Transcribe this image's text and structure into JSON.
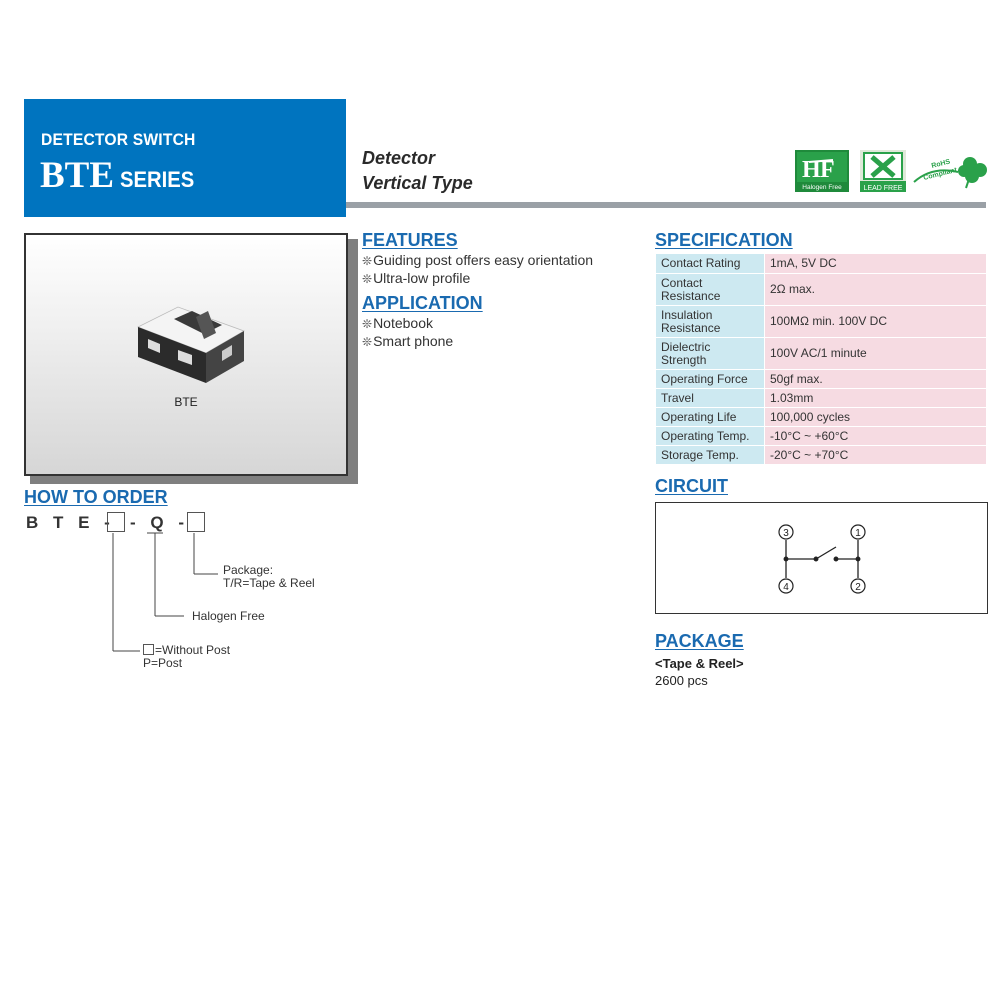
{
  "header": {
    "category": "DETECTOR SWITCH",
    "model": "BTE",
    "series_word": "SERIES",
    "type_line1": "Detector",
    "type_line2": "Vertical Type"
  },
  "badges": {
    "halogen_free_label": "Halogen Free",
    "lead_free_label": "LEAD FREE",
    "rohs_label_top": "RoHS",
    "rohs_label_bottom": "Compliant",
    "colors": {
      "green": "#1f8a3b",
      "accent": "#2aa14a"
    }
  },
  "product": {
    "caption": "BTE"
  },
  "features": {
    "title": "FEATURES",
    "items": [
      "Guiding post offers easy orientation",
      "Ultra-low profile"
    ]
  },
  "application": {
    "title": "APPLICATION",
    "items": [
      "Notebook",
      "Smart phone"
    ]
  },
  "specification": {
    "title": "SPECIFICATION",
    "rows": [
      {
        "key": "Contact Rating",
        "value": "1mA, 5V DC"
      },
      {
        "key": "Contact Resistance",
        "value": "2Ω max."
      },
      {
        "key": "Insulation Resistance",
        "value": "100MΩ min. 100V DC"
      },
      {
        "key": "Dielectric Strength",
        "value": "100V AC/1 minute"
      },
      {
        "key": "Operating Force",
        "value": "50gf max."
      },
      {
        "key": "Travel",
        "value": "1.03mm"
      },
      {
        "key": "Operating Life",
        "value": "100,000 cycles"
      },
      {
        "key": "Operating Temp.",
        "value": "-10°C ~ +60°C"
      },
      {
        "key": "Storage Temp.",
        "value": "-20°C ~ +70°C"
      }
    ]
  },
  "circuit": {
    "title": "CIRCUIT",
    "terminals": [
      "3",
      "1",
      "4",
      "2"
    ]
  },
  "package": {
    "title": "PACKAGE",
    "subtitle": "<Tape & Reel>",
    "quantity": "2600 pcs"
  },
  "how_to_order": {
    "title": "HOW TO ORDER",
    "code_prefix": "B T E -",
    "code_mid": "- Q -",
    "package_label": "Package:",
    "package_value": "T/R=Tape & Reel",
    "halogen_label": "Halogen Free",
    "post_without": "=Without Post",
    "post_with": "P=Post"
  }
}
